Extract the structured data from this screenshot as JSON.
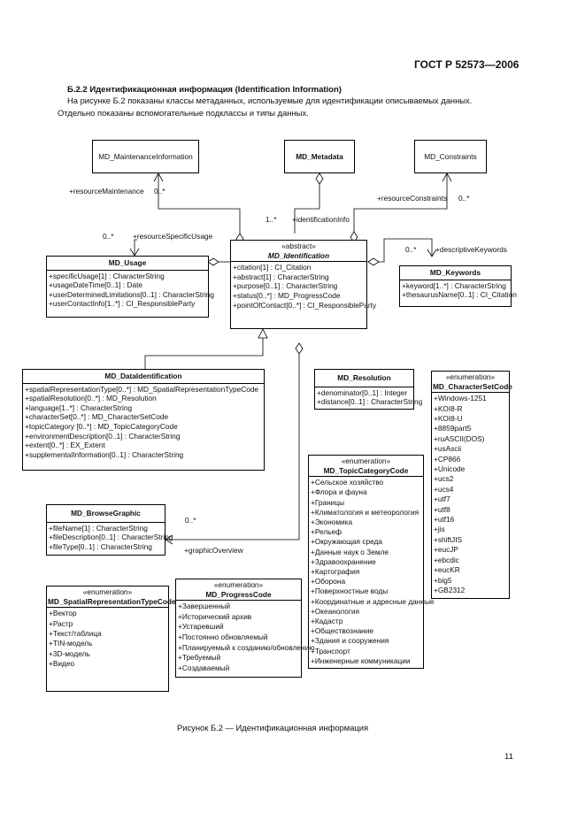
{
  "header": {
    "doc_number": "ГОСТ Р 52573—2006"
  },
  "section": {
    "heading": "Б.2.2  Идентификационная информация (Identification Information)",
    "para_line1": "На рисунке Б.2 показаны классы метаданных, используемые для идентификации описываемых данных.",
    "para_line2": "Отдельно показаны вспомогательные подклассы и типы данных."
  },
  "classes": {
    "maintenance": {
      "name": "MD_MaintenanceInformation"
    },
    "metadata": {
      "name": "MD_Metadata"
    },
    "constraints": {
      "name": "MD_Constraints"
    },
    "identification": {
      "stereotype": "«abstract»",
      "name": "MD_Identification",
      "attrs": [
        "+citation[1] : CI_Citation",
        "+abstract[1] : CharacterString",
        "+purpose[0..1] : CharacterString",
        "+status[0..*] : MD_ProgressCode",
        "+pointOfContact[0..*] : CI_ResponsibleParty"
      ]
    },
    "usage": {
      "name": "MD_Usage",
      "attrs": [
        "+specificUsage[1] : CharacterString",
        "+usageDateTime[0..1] : Date",
        "+userDeterminedLimitations[0..1] : CharacterString",
        "+userContactInfo[1..*] : CI_ResponsibleParty"
      ]
    },
    "keywords": {
      "name": "MD_Keywords",
      "attrs": [
        "+keyword[1..*] : CharacterString",
        "+thesaurusName[0..1] : CI_Citation"
      ]
    },
    "data_identification": {
      "name": "MD_DataIdentification",
      "attrs": [
        "+spatialRepresentationType[0..*] : MD_SpatialRepresentationTypeCode",
        "+spatialResolution[0..*] : MD_Resolution",
        "+language[1..*] : CharacterString",
        "+characterSet[0..*] : MD_CharacterSetCode",
        "+topicCategory [0..*] : MD_TopicCategoryCode",
        "+environmentDescription[0..1] : CharacterString",
        "+extent[0..*] : EX_Extent",
        "+supplementalInformation[0..1] : CharacterString"
      ]
    },
    "resolution": {
      "name": "MD_Resolution",
      "attrs": [
        "+denominator[0..1] : Integer",
        "+distance[0..1] : CharacterString"
      ]
    },
    "charset": {
      "stereotype": "«enumeration»",
      "name": "MD_CharacterSetCode",
      "attrs": [
        "+Windows-1251",
        "+KOI8-R",
        "+KOI8-U",
        "+8859part5",
        "+ruASCII(DOS)",
        "+usAscii",
        "+CP866",
        "+Unicode",
        "+ucs2",
        "+ucs4",
        "+utf7",
        "+utf8",
        "+utf16",
        "+jis",
        "+shiftJIS",
        "+eucJP",
        "+ebcdic",
        "+eucKR",
        "+big5",
        "+GB2312"
      ]
    },
    "topic": {
      "stereotype": "«enumeration»",
      "name": "MD_TopicCategoryCode",
      "attrs": [
        "+Сельское хозяйство",
        "+Флора и фауна",
        "+Границы",
        "+Климатология и метеорология",
        "+Экономика",
        "+Рельеф",
        "+Окружающая среда",
        "+Данные наук о Земле",
        "+Здравоохранение",
        "+Картография",
        "+Оборона",
        "+Поверхностные воды",
        "+Координатные и адресные данные",
        "+Океанология",
        "+Кадастр",
        "+Обществознание",
        "+Здания и сооружения",
        "+Транспорт",
        "+Инженерные коммуникации"
      ]
    },
    "browse": {
      "name": "MD_BrowseGraphic",
      "attrs": [
        "+fileName[1] : CharacterString",
        "+fileDescription[0..1] : CharacterString",
        "+fileType[0..1] : CharacterString"
      ]
    },
    "spatial_rep": {
      "stereotype": "«enumeration»",
      "name": "MD_SpatialRepresentationTypeCode",
      "attrs": [
        "+Вектор",
        "+Растр",
        "+Текст/таблица",
        "+TIN-модель",
        "+3D-модель",
        "+Видео"
      ]
    },
    "progress": {
      "stereotype": "«enumeration»",
      "name": "MD_ProgressCode",
      "attrs": [
        "+Завершенный",
        "+Исторический архив",
        "+Устаревший",
        "+Постоянно обновляемый",
        "+Планируемый к созданию/обновлению",
        "+Требуемый",
        "+Создаваемый"
      ]
    }
  },
  "roles": {
    "resource_maintenance": "+resourceMaintenance",
    "maint_mult": "0..*",
    "identification_info": "+identificationInfo",
    "ident_mult": "1..*",
    "resource_constraints": "+resourceConstraints",
    "constr_mult": "0..*",
    "resource_specific_usage": "+resourceSpecificUsage",
    "usage_mult": "0..*",
    "descriptive_keywords": "+descriptiveKeywords",
    "kw_mult": "0..*",
    "graphic_overview": "+graphicOverview",
    "graphic_mult": "0..*"
  },
  "caption": "Рисунок Б.2 — Идентификационная информация",
  "page_number": "11"
}
